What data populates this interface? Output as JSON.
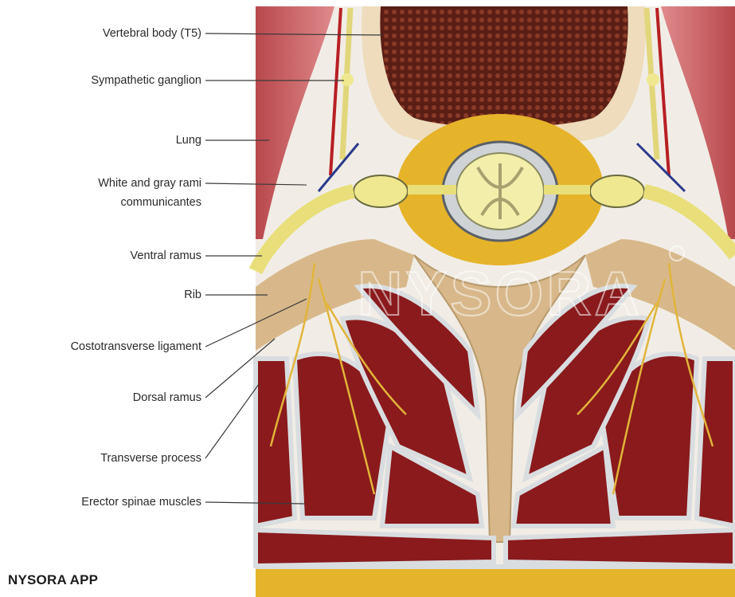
{
  "labels": {
    "vertebral_body": "Vertebral body (T5)",
    "sympathetic_ganglion": "Sympathetic ganglion",
    "lung": "Lung",
    "rami_line1": "White and gray rami",
    "rami_line2": "communicantes",
    "ventral_ramus": "Ventral ramus",
    "rib": "Rib",
    "costotransverse_ligament": "Costotransverse ligament",
    "dorsal_ramus": "Dorsal ramus",
    "transverse_process": "Transverse process",
    "erector_spinae": "Erector spinae muscles"
  },
  "watermark": "NYSORA",
  "brand": "NYSORA APP",
  "colors": {
    "muscle": "#8a1a1c",
    "fascia": "#d9dde0",
    "bone": "#d8b88a",
    "nerve": "#e9df7a",
    "fat": "#e6b42a",
    "lung": "#c85a5e"
  }
}
